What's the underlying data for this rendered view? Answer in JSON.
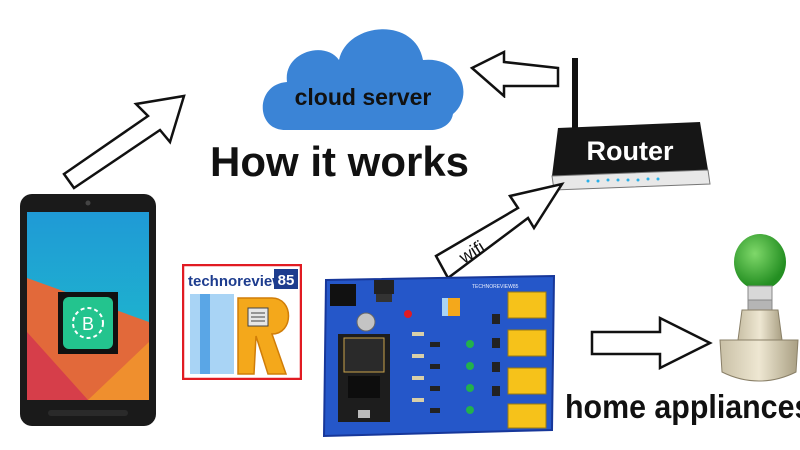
{
  "cloud": {
    "label": "cloud server",
    "color": "#3b84d6"
  },
  "heading": "How it works",
  "router": {
    "label": "Router"
  },
  "wifi_label": "wifi",
  "phone": {
    "app_icon_letter": "B",
    "icon": "blynk-app-icon"
  },
  "logo": {
    "text": "technoreview",
    "number": "85",
    "letter": "R"
  },
  "board": {
    "silkscreen": "TECHNOREVIEW85",
    "relay_count": 4
  },
  "appliances_label": "home appliances",
  "colors": {
    "relay": "#f6c21a",
    "board": "#2557c9",
    "bulb": "#35a531",
    "logo_red": "#e11b22",
    "logo_yellow": "#f4a81b"
  }
}
